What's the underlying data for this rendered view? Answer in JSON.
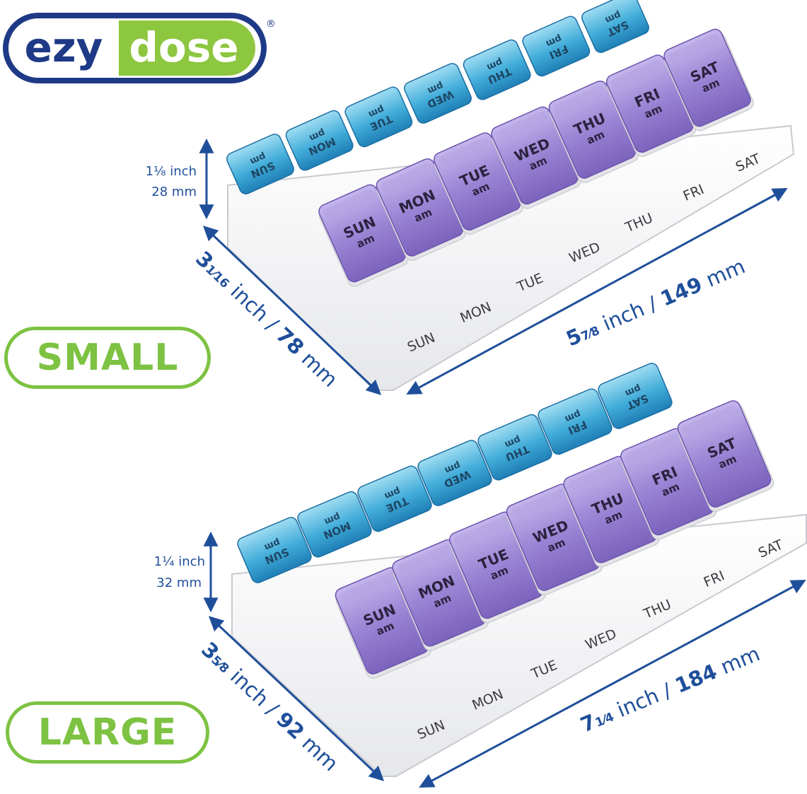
{
  "brand": {
    "logo_word_1": "ezy",
    "logo_word_2": "dose",
    "logo_mark": "®",
    "color_navy": "#1e3a87",
    "color_green": "#8dc63f"
  },
  "colors": {
    "lid_blue": "#3aa6d6",
    "lid_blue_light": "#7dd0ee",
    "lid_purple": "#8f79cc",
    "lid_purple_light": "#b3a2e2",
    "tray": "#f2f2f4",
    "tray_shadow": "#c9cacf",
    "dimension_line": "#1f4f9a",
    "size_pill": "#7dc242"
  },
  "days": [
    "SUN",
    "MON",
    "TUE",
    "WED",
    "THU",
    "FRI",
    "SAT"
  ],
  "lid_am": "am",
  "lid_pm": "pm",
  "products": [
    {
      "size_label": "SMALL",
      "height": {
        "inch": "1⅛ inch",
        "mm": "28 mm"
      },
      "depth": {
        "inch_whole": "3",
        "inch_frac": "1⁄16",
        "inch_unit": " inch / ",
        "mm_value": "78",
        "mm_unit": " mm"
      },
      "width": {
        "inch_whole": "5",
        "inch_frac": "7⁄8",
        "inch_unit": " inch / ",
        "mm_value": "149",
        "mm_unit": " mm"
      }
    },
    {
      "size_label": "LARGE",
      "height": {
        "inch": "1¼ inch",
        "mm": "32 mm"
      },
      "depth": {
        "inch_whole": "3",
        "inch_frac": "5⁄8",
        "inch_unit": " inch / ",
        "mm_value": "92",
        "mm_unit": " mm"
      },
      "width": {
        "inch_whole": "7",
        "inch_frac": "1⁄4",
        "inch_unit": " inch / ",
        "mm_value": "184",
        "mm_unit": " mm"
      }
    }
  ]
}
